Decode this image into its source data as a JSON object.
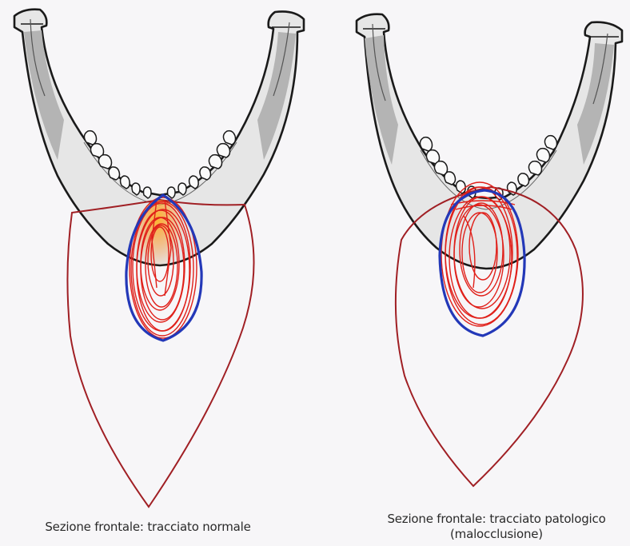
{
  "captions": {
    "left": "Sezione frontale: tracciato normale",
    "right_line1": "Sezione frontale: tracciato patologico",
    "right_line2": "(malocclusione)"
  },
  "colors": {
    "background": "#f7f6f8",
    "bone_fill": "#e6e6e6",
    "bone_shadow": "#b4b4b4",
    "outline": "#1a1a1a",
    "envelope": "#a01f24",
    "tracing": "#e0201a",
    "tracing_highlight": "#ff9a1a",
    "boundary": "#2338b8"
  },
  "icons": {
    "left_figure": "mandible-normal-tracing-icon",
    "right_figure": "mandible-pathologic-tracing-icon"
  }
}
